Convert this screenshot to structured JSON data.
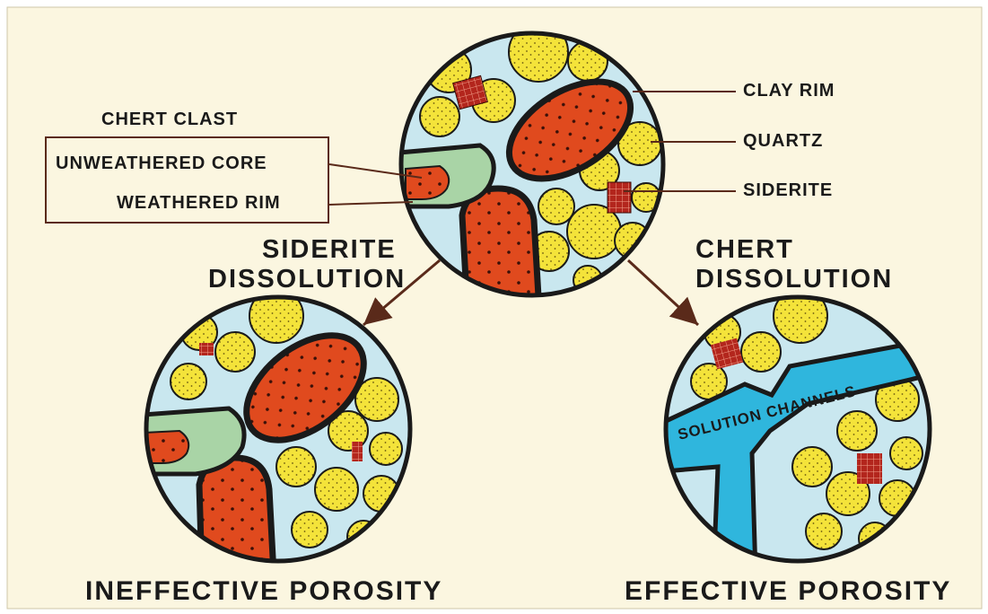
{
  "labels": {
    "chert_clast": "CHERT CLAST",
    "unweathered_core": "UNWEATHERED CORE",
    "weathered_rim": "WEATHERED RIM",
    "clay_rim": "CLAY RIM",
    "quartz": "QUARTZ",
    "siderite": "SIDERITE",
    "siderite_dissolution": [
      "SIDERITE",
      "DISSOLUTION"
    ],
    "chert_dissolution": [
      "CHERT",
      "DISSOLUTION"
    ],
    "solution_channels": "SOLUTION CHANNELS",
    "ineffective_porosity": "INEFFECTIVE POROSITY",
    "effective_porosity": "EFFECTIVE POROSITY"
  },
  "colors": {
    "background": "#fbf6e0",
    "pore": "#c9e7ef",
    "quartz": "#f4e33a",
    "chert_core": "#e04a1e",
    "weathered_rim": "#a9d4a6",
    "siderite": "#b3261d",
    "solution": "#2fb6dd",
    "outline": "#1a1a1a",
    "leader": "#5a2a1a"
  }
}
